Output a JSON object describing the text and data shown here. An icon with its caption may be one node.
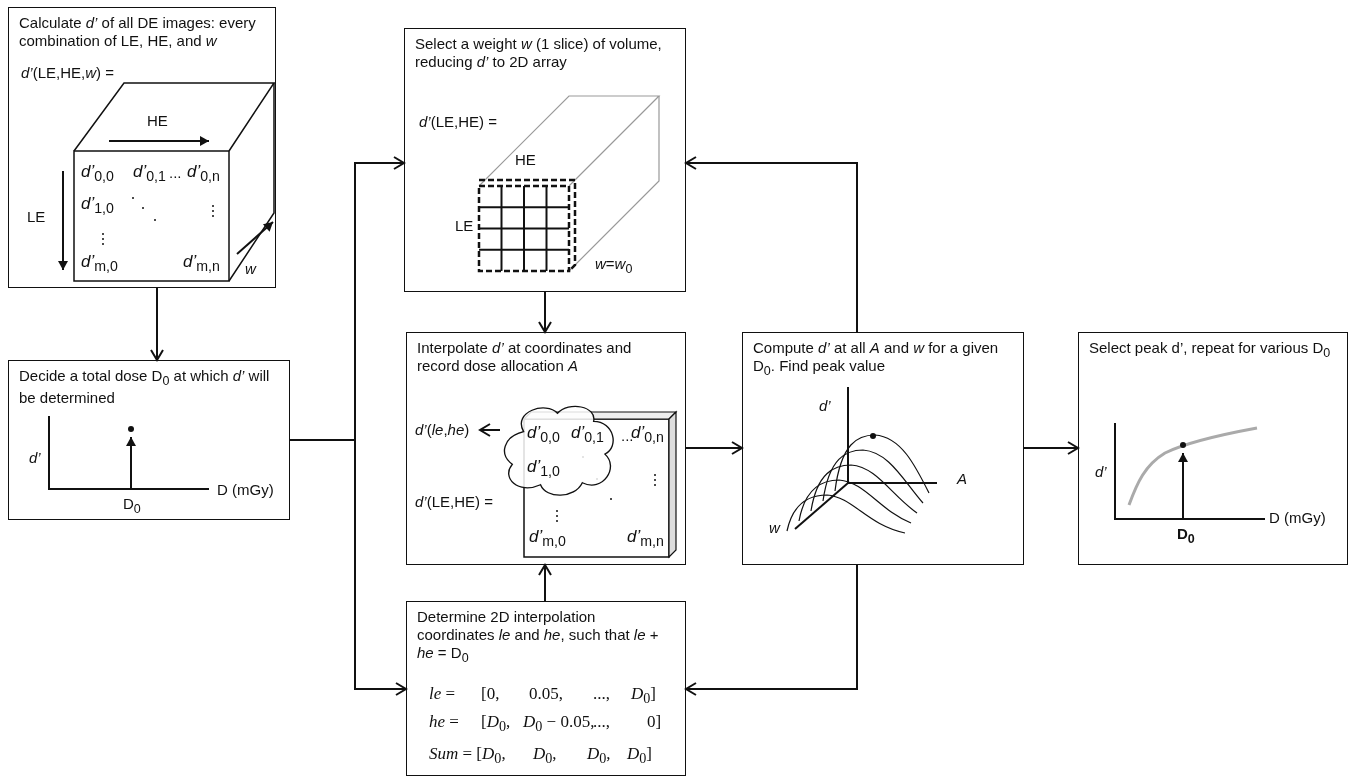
{
  "diagram": {
    "nodes": [
      {
        "text": [
          "Calculate *d’* of all DE images: every combination of LE, HE, and *w*",
          "*d’*(LE,HE,*w*) =",
          "HE",
          "LE",
          "*d’*$_{0,0}$",
          "*d’*$_{0,1}$",
          "...",
          "*d’*$_{0,n}$",
          "*d’*$_{1,0}$",
          "*d’*$_{m,0}$",
          "*d’*$_{m,n}$",
          "*w*"
        ]
      },
      {
        "text": [
          "Decide a total dose D$_{0}$ at which *d’* will be determined",
          "*d’*",
          "D$_{0}$",
          "D (mGy)"
        ]
      },
      {
        "text": [
          "Select a weight *w* (1 slice) of volume, reducing *d’* to 2D array",
          "*d’*(LE,HE) =",
          "HE",
          "LE",
          "*w*=*w*$_{0}$"
        ]
      },
      {
        "text": [
          "Interpolate *d’* at coordinates and record dose allocation *A*",
          "*d’*(LE,HE) =",
          "...",
          "*d’*$_{0,n}$",
          "*d’*$_{m,0}$",
          "*d’*$_{m,n}$"
        ]
      },
      {
        "text": [
          "*d’*(*le*,*he*)"
        ],
        "in": 3
      },
      {
        "text": [
          "*d’*$_{0,0}$",
          "*d’*$_{0,1}$",
          "*d’*$_{1,0}$"
        ],
        "in": 3
      },
      {
        "text": [
          "Determine 2D interpolation coordinates *le* and *he*, such that *le* + *he* = D$_{0}$",
          "*le* =",
          "[0,",
          "0.05,",
          "...,",
          "*D*$_{0}$]",
          "*he* =",
          "[*D*$_{0}$,",
          "*D*$_{0}$ − 0.05,",
          "...,",
          "0]",
          "*Sum* = [*D*$_{0}$,",
          "*D*$_{0}$,",
          "*D*$_{0}$,",
          "*D*$_{0}$]"
        ]
      },
      {
        "text": [
          "Compute *d’* at all *A* and *w* for a given D$_{0}$. Find peak value",
          "*d’*",
          "*A*",
          "*w*"
        ]
      },
      {
        "text": [
          "Select peak d’, repeat for various D$_{0}$",
          "*d’*",
          "D$_{0}$",
          "D (mGy)"
        ]
      }
    ],
    "edges": [
      {
        "from": 0,
        "to": 1,
        "arrow": "to"
      },
      {
        "from": 1,
        "to": 2,
        "arrow": "to"
      },
      {
        "from": 1,
        "to": 6,
        "arrow": "to"
      },
      {
        "from": 2,
        "to": 3,
        "arrow": "to"
      },
      {
        "from": 6,
        "to": 3,
        "arrow": "to"
      },
      {
        "from": 3,
        "to": 7,
        "arrow": "to"
      },
      {
        "from": 7,
        "to": 8,
        "arrow": "to"
      },
      {
        "from": 7,
        "to": 2,
        "arrow": "to"
      },
      {
        "from": 7,
        "to": 6,
        "arrow": "to"
      },
      {
        "from": 5,
        "to": 4,
        "arrow": "to"
      }
    ]
  }
}
